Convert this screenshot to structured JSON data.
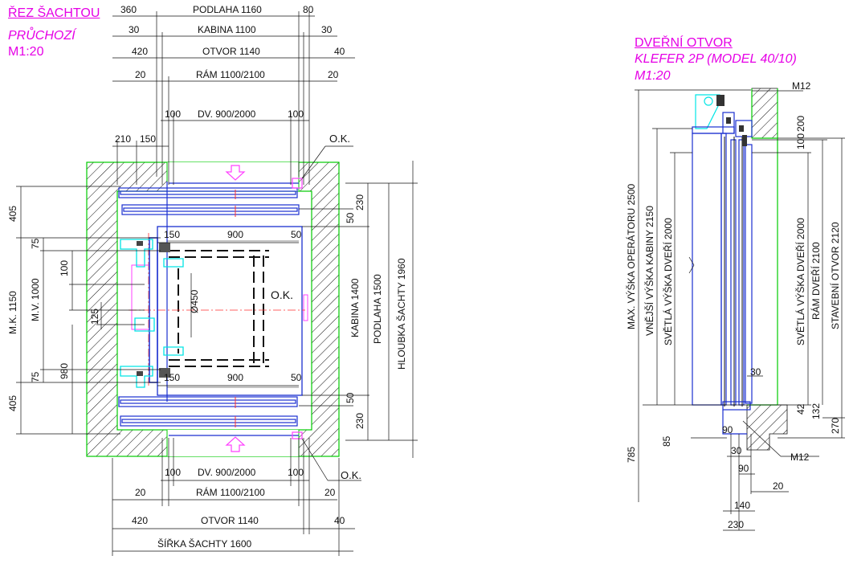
{
  "left": {
    "title": "ŘEZ ŠACHTOU",
    "subtitle": "PRŮCHOZÍ",
    "scale": "M1:20",
    "dims_top": {
      "d360": "360",
      "podlaha": "PODLAHA 1160",
      "d80": "80",
      "d30a": "30",
      "kabina": "KABINA 1100",
      "d30b": "30",
      "d420": "420",
      "otvor": "OTVOR 1140",
      "d40": "40",
      "d20a": "20",
      "ram": "RÁM 1100/2100",
      "d20b": "20",
      "d100a": "100",
      "dv": "DV. 900/2000",
      "d100b": "100",
      "d210": "210",
      "d150": "150"
    },
    "dims_bottom": {
      "d100a": "100",
      "dv": "DV. 900/2000",
      "d100b": "100",
      "d20a": "20",
      "ram": "RÁM 1100/2100",
      "d20b": "20",
      "d420": "420",
      "otvor": "OTVOR 1140",
      "d40": "40",
      "sirka": "ŠÍŘKA ŠACHTY 1600"
    },
    "dims_left": {
      "d405a": "405",
      "mk": "M.K. 1150",
      "d405b": "405",
      "d75a": "75",
      "mv": "M.V. 1000",
      "d75b": "75",
      "d100": "100",
      "d125": "125",
      "d980": "980"
    },
    "dims_right": {
      "d230a": "230",
      "d50a": "50",
      "kabina": "KABINA 1400",
      "podlaha": "PODLAHA 1500",
      "hloubka": "HLOUBKA ŠACHTY 1960",
      "d50b": "50",
      "d230b": "230"
    },
    "inner": {
      "d150a": "150",
      "d900a": "900",
      "d50a": "50",
      "d150b": "150",
      "d900b": "900",
      "d50b": "50",
      "phi": "Ø450",
      "ok_center": "O.K.",
      "ok_top": "O.K.",
      "ok_bottom": "O.K."
    }
  },
  "right": {
    "title": "DVEŘNÍ OTVOR",
    "subtitle": "KLEFER 2P (MODEL 40/10)",
    "scale": "M1:20",
    "labels": {
      "m12_top": "M12",
      "m12_bottom": "M12",
      "max_op": "MAX. VÝŠKA OPERÁTORU 2500",
      "vnejsi": "VNĚJŠÍ VÝŠKA KABINY 2150",
      "svetla_l": "SVĚTLÁ VÝŠKA DVEŘÍ 2000",
      "svetla_r": "SVĚTLÁ VÝŠKA DVEŘÍ 2000",
      "ram": "RÁM DVEŘÍ 2100",
      "stavebni": "STAVEBNÍ OTVOR 2120",
      "d100": "100",
      "d200": "200",
      "d30a": "30",
      "d42": "42",
      "d132": "132",
      "d270": "270",
      "d85": "85",
      "d785": "785",
      "d90a": "90",
      "d30b": "30",
      "d90b": "90",
      "d20": "20",
      "d140": "140",
      "d230": "230"
    }
  },
  "colors": {
    "title": "#e600e6",
    "wall": "#00cc00",
    "steel": "#1a2fd0",
    "cyan": "#00e5e5",
    "axis": "#ff3030",
    "pink": "#ff40ff",
    "ink": "#111111"
  }
}
